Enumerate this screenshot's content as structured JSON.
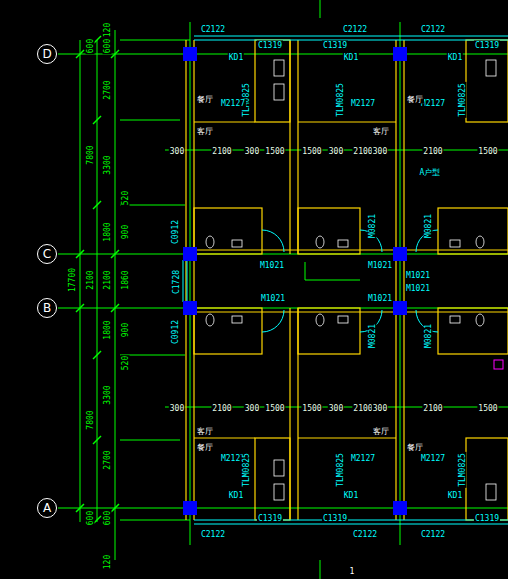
{
  "diagram": {
    "nodes": [
      {
        "text": [
          "D"
        ]
      },
      {
        "text": [
          "C"
        ]
      },
      {
        "text": [
          "B"
        ]
      },
      {
        "text": [
          "A"
        ]
      }
    ],
    "labels": [
      "120",
      "600",
      "600",
      "2700",
      "7800",
      "3300",
      "520",
      "1800",
      "900",
      "17700",
      "2100",
      "2100",
      "1860",
      "1800",
      "900",
      "520",
      "3300",
      "7800",
      "2700",
      "600",
      "600",
      "120",
      "C2122",
      "C2122",
      "C2122",
      "C1319",
      "C1319",
      "C1319",
      "KD1",
      "KD1",
      "KD1",
      "TLM0825",
      "TLM0825",
      "TLM0825",
      "M2127",
      "M2127",
      "M2127",
      "餐厅",
      "餐厅",
      "客厅",
      "客厅",
      "300",
      "2100",
      "300",
      "1500",
      "1500",
      "300",
      "2100",
      "300",
      "2100",
      "1500",
      "A户型",
      "C0912",
      "M0821",
      "M0821",
      "M1021",
      "M1021",
      "M1021",
      "C1728",
      "M1021",
      "M1021",
      "M1021",
      "C0912",
      "M0821",
      "M0821",
      "300",
      "2100",
      "300",
      "1500",
      "1500",
      "300",
      "2100",
      "300",
      "2100",
      "1500",
      "客厅",
      "客厅",
      "餐厅",
      "餐厅",
      "M2127",
      "M2127",
      "M2127",
      "TLM0825",
      "TLM0825",
      "TLM0825",
      "KD1",
      "KD1",
      "KD1",
      "C1319",
      "C1319",
      "C1319",
      "C2122",
      "C2122",
      "C2122",
      "1"
    ]
  }
}
